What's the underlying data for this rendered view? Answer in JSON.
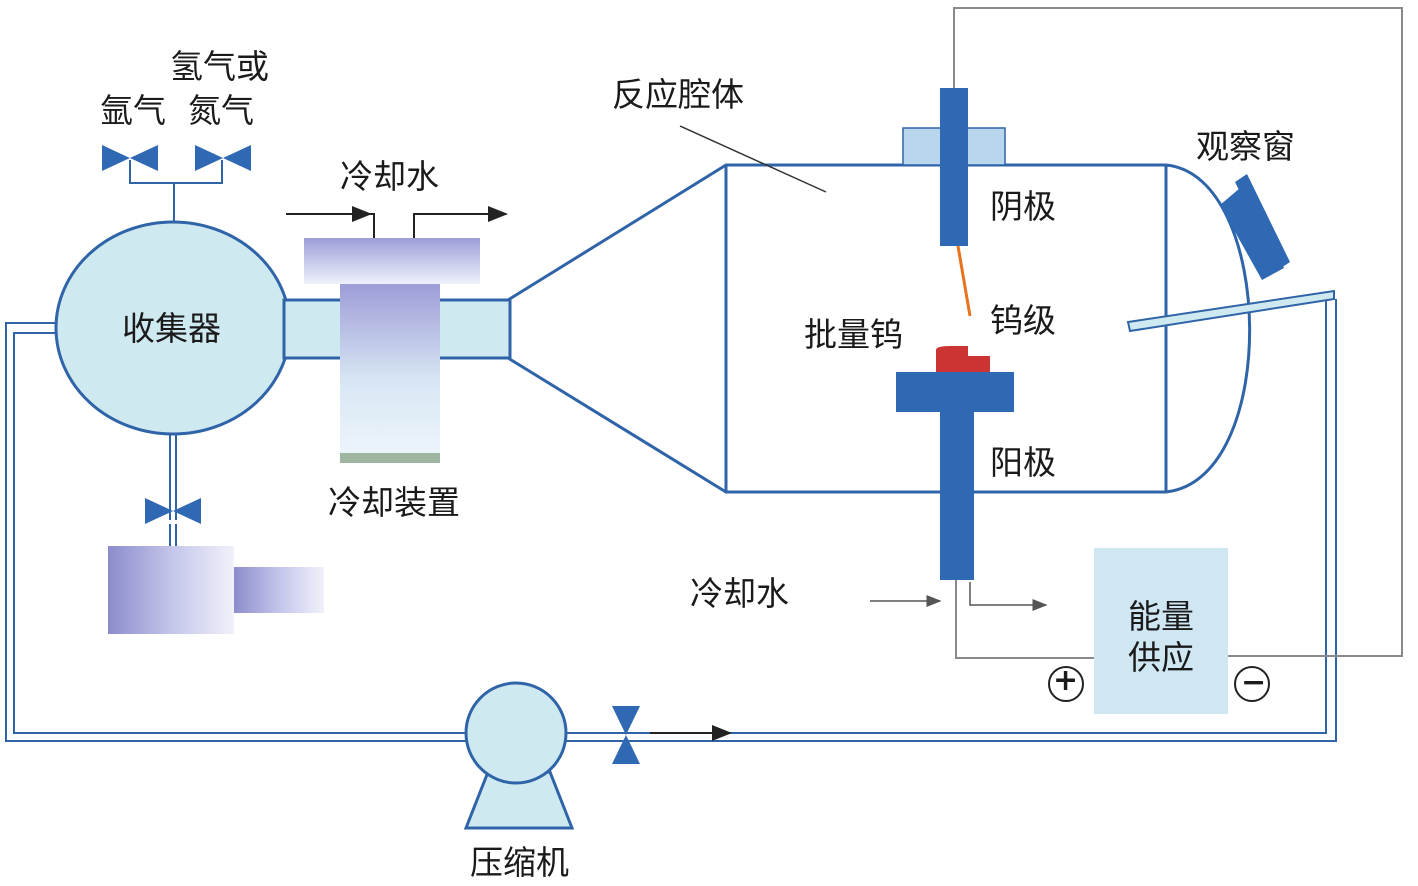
{
  "labels": {
    "hydrogen_or": "氢气或",
    "argon": "氩气",
    "nitrogen": "氮气",
    "cooling_water_top": "冷却水",
    "chamber": "反应腔体",
    "window": "观察窗",
    "cathode": "阴极",
    "collector": "收集器",
    "tungsten_electrode": "钨级",
    "bulk_tungsten": "批量钨",
    "anode": "阳极",
    "cooling_device": "冷却装置",
    "cooling_water_bottom": "冷却水",
    "power_supply_line1": "能量",
    "power_supply_line2": "供应",
    "plus": "+",
    "minus": "−",
    "compressor": "压缩机"
  },
  "colors": {
    "pipe_blue": "#2f64a8",
    "light_blue_fill": "#cfe9f0",
    "electrode_blue": "#2f68b3",
    "power_box": "#cfe7f3",
    "arc_orange": "#e8731c",
    "tungsten_red": "#cc3333",
    "wire_gray": "#8a8a8a"
  }
}
